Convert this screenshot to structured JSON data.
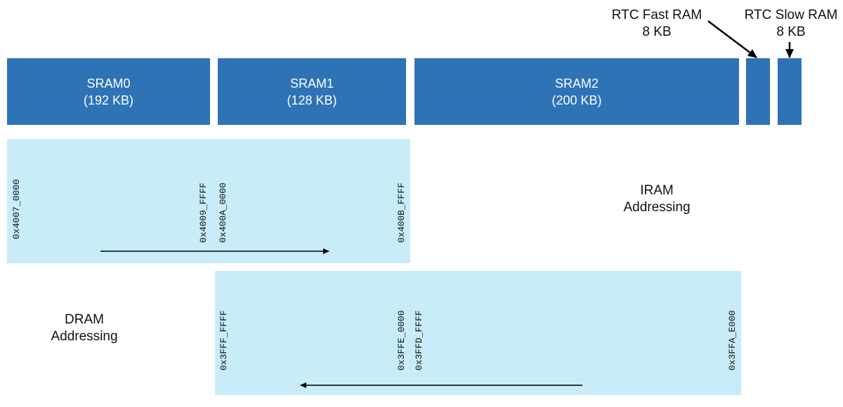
{
  "memory_blocks": {
    "sram0": {
      "name": "SRAM0",
      "size": "(192 KB)"
    },
    "sram1": {
      "name": "SRAM1",
      "size": "(128 KB)"
    },
    "sram2": {
      "name": "SRAM2",
      "size": "(200 KB)"
    }
  },
  "rtc": {
    "fast": {
      "name": "RTC Fast RAM",
      "size": "8 KB"
    },
    "slow": {
      "name": "RTC Slow RAM",
      "size": "8 KB"
    }
  },
  "iram": {
    "label_line1": "IRAM",
    "label_line2": "Addressing",
    "addresses": [
      "0x4007_0000",
      "0x4009_FFFF",
      "0x400A_0000",
      "0x400B_FFFF"
    ]
  },
  "dram": {
    "label_line1": "DRAM",
    "label_line2": "Addressing",
    "addresses": [
      "0x3FFF_FFFF",
      "0x3FFE_0000",
      "0x3FFD_FFFF",
      "0x3FFA_E000"
    ]
  },
  "colors": {
    "block": "#2e73b6",
    "region": "#c8ecf8"
  }
}
